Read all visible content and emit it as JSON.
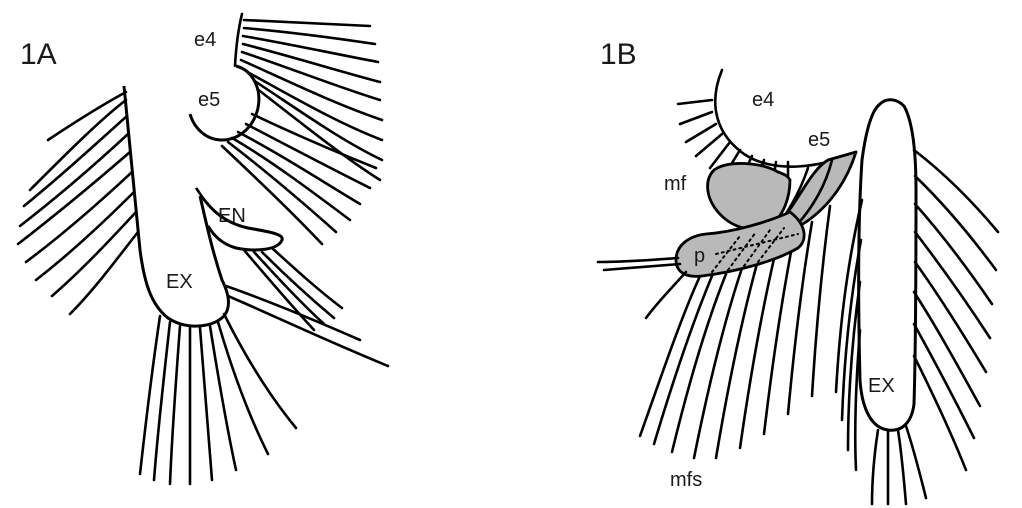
{
  "panels": [
    {
      "label": "1A",
      "parts": {
        "e4": "e4",
        "e5": "e5",
        "en": "EN",
        "ex": "EX"
      }
    },
    {
      "label": "1B",
      "parts": {
        "e4": "e4",
        "e5": "e5",
        "mf": "mf",
        "p": "p",
        "ex": "EX",
        "mfs": "mfs"
      }
    }
  ]
}
